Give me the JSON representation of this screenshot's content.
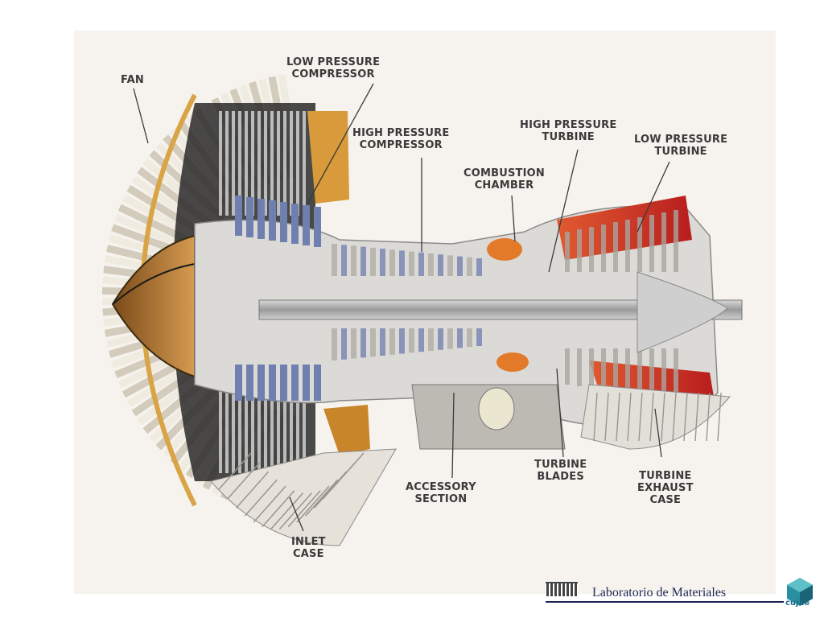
{
  "diagram": {
    "labels": {
      "fan": [
        "FAN"
      ],
      "low_pressure_compressor": [
        "LOW PRESSURE",
        "COMPRESSOR"
      ],
      "high_pressure_compressor": [
        "HIGH PRESSURE",
        "COMPRESSOR"
      ],
      "combustion_chamber": [
        "COMBUSTION",
        "CHAMBER"
      ],
      "high_pressure_turbine": [
        "HIGH PRESSURE",
        "TURBINE"
      ],
      "low_pressure_turbine": [
        "LOW PRESSURE",
        "TURBINE"
      ],
      "turbine_blades": [
        "TURBINE",
        "BLADES"
      ],
      "accessory_section": [
        "ACCESSORY",
        "SECTION"
      ],
      "turbine_exhaust_case": [
        "TURBINE",
        "EXHAUST",
        "CASE"
      ],
      "inlet_case": [
        "INLET",
        "CASE"
      ]
    }
  },
  "footer": {
    "lab_name": "Laboratorio de Materiales",
    "university_logo_text": "cujae"
  },
  "colors": {
    "panel_bg": "#f6f3ee",
    "fan_blade": "#e8e2d8",
    "fan_dark": "#1c1c1c",
    "compressor_blue": "#6f7fb0",
    "case_orange": "#d89a3a",
    "combustion_orange": "#e27a2a",
    "turbine_red": "#c8322a",
    "footer_navy": "#1d2350",
    "cujae_teal": "#1c6f8a"
  }
}
